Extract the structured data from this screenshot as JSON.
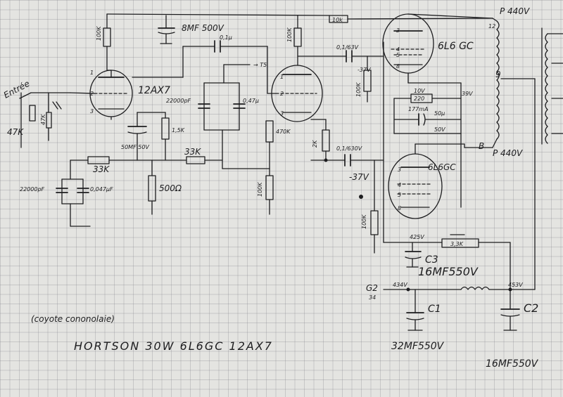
{
  "title": "HORTSON 30W 6L6GC 12AX7",
  "note": "(coyote cononolaie)",
  "input": {
    "label": "Entrée",
    "pot": "47K",
    "res": "47K"
  },
  "tubes": {
    "v1": "12AX7",
    "v2": "",
    "v3": "6L6 GC",
    "v4": "6L6GC"
  },
  "components": {
    "r_plate1": "100K",
    "c_8mf": "8MF 500V",
    "c_coupling1": "0,1µ",
    "r_10k": "10k",
    "r_plate2": "100K",
    "c_163": "0,1/63V",
    "to_v": "→ T5",
    "c_22000pf": "22000pF",
    "c_047": "0,47µ",
    "r_15k": "1,5K",
    "c_50mf": "50MF 50V",
    "r_33k_a": "33K",
    "r_500": "500Ω",
    "r_33k_b": "33K",
    "c_22000pf_b": "22000pF",
    "c_047_b": "0,047µF",
    "r_470k": "470K",
    "r_100k_c": "100K",
    "r_2k": "2K",
    "c_01_630": "0,1/630V",
    "bias1": "-37V",
    "r_100k_d": "100K",
    "bias2": "-37V",
    "r_100k_e": "100K",
    "r_220": "220",
    "v_10v": "10V",
    "i_177": "177mA",
    "c_50u": "50µ",
    "c_50v": "50V",
    "v_39": "39V",
    "r_33k_c": "3,3K",
    "v_425": "425V",
    "c3_label": "C3",
    "c3_value": "16MF550V",
    "g2": "G2",
    "g2_val": "34",
    "v_434": "434V",
    "c1_label": "C1",
    "c1_value": "32MF550V",
    "v_453": "453V",
    "c2_label": "C2",
    "c2_value": "16MF550V",
    "p_top": "P 440V",
    "p_bot": "P 440V",
    "b_label": "B",
    "tap_12": "12",
    "tap_9": "9",
    "pins_v3": [
      "3",
      "4",
      "5",
      "8"
    ],
    "pins_v4": [
      "3",
      "4",
      "5",
      "8"
    ],
    "pins_v2": [
      "1",
      "2",
      "3"
    ],
    "pins_v1": [
      "1",
      "2",
      "3"
    ]
  }
}
